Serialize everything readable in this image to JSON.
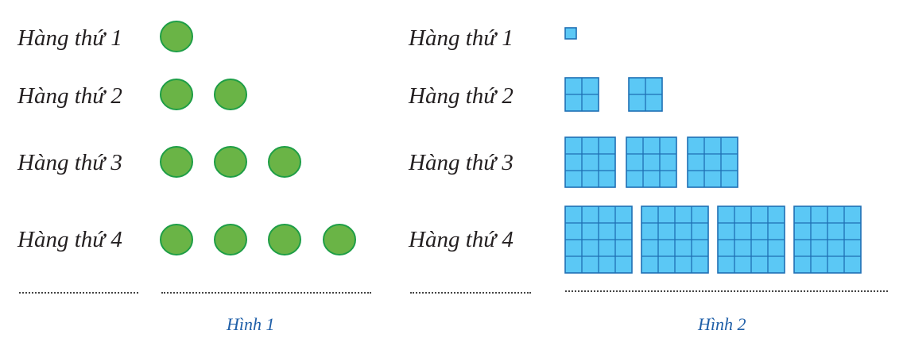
{
  "figure1": {
    "caption": "Hình 1",
    "rows": [
      {
        "label": "Hàng thứ 1",
        "count": 1
      },
      {
        "label": "Hàng thứ 2",
        "count": 2
      },
      {
        "label": "Hàng thứ 3",
        "count": 3
      },
      {
        "label": "Hàng thứ 4",
        "count": 4
      }
    ],
    "shape": "circle",
    "fill_color": "#6ab446",
    "stroke_color": "#1e9e46"
  },
  "figure2": {
    "caption": "Hình 2",
    "rows": [
      {
        "label": "Hàng thứ 1",
        "count": 1,
        "grid": 1
      },
      {
        "label": "Hàng thứ 2",
        "count": 2,
        "grid": 2
      },
      {
        "label": "Hàng thứ 3",
        "count": 3,
        "grid": 3
      },
      {
        "label": "Hàng thứ 4",
        "count": 4,
        "grid": 4
      }
    ],
    "shape": "square-grid",
    "fill_color": "#5bc8f5",
    "stroke_color": "#1f6fb4"
  }
}
